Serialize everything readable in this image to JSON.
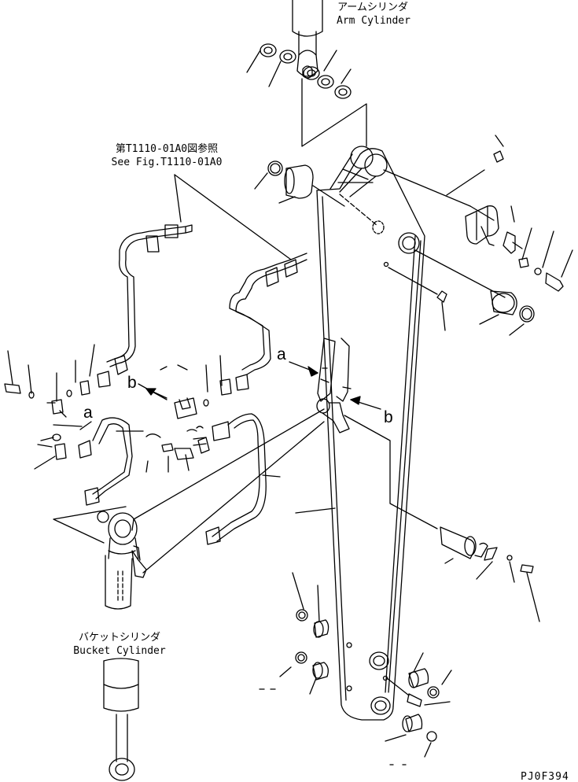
{
  "labels": {
    "arm_cylinder_jp": "アームシリンダ",
    "arm_cylinder_en": "Arm Cylinder",
    "see_fig_jp": "第T1110-01A0図参照",
    "see_fig_en": "See Fig.T1110-01A0",
    "bucket_cylinder_jp": "バケットシリンダ",
    "bucket_cylinder_en": "Bucket Cylinder",
    "figure_code": "PJ0F394"
  },
  "callouts": {
    "a_right": "a",
    "b_right": "b",
    "a_left": "a",
    "b_left": "b"
  }
}
